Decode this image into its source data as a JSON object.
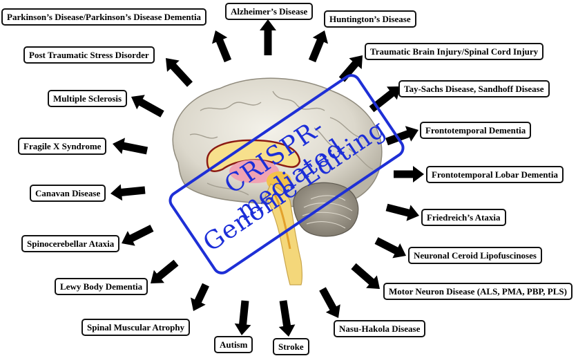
{
  "center_stamp": {
    "line1": "CRISPR-mediated",
    "line2": "Genome Editing",
    "color": "#1c2ed8"
  },
  "diseases": [
    "Parkinson’s Disease/Parkinson’s Disease Dementia",
    "Alzheimer’s Disease",
    "Huntington’s Disease",
    "Post Traumatic Stress Disorder",
    "Traumatic Brain Injury/Spinal Cord Injury",
    "Multiple Sclerosis",
    "Tay-Sachs Disease, Sandhoff Disease",
    "Fragile X Syndrome",
    "Frontotemporal Dementia",
    "Frontotemporal Lobar Dementia",
    "Canavan Disease",
    "Friedreich’s Ataxia",
    "Spinocerebellar Ataxia",
    "Neuronal Ceroid Lipofuscinoses",
    "Lewy Body Dementia",
    "Motor Neuron Disease (ALS, PMA, PBP, PLS)",
    "Spinal Muscular Atrophy",
    "Nasu-Hakola Disease",
    "Autism",
    "Stroke"
  ]
}
